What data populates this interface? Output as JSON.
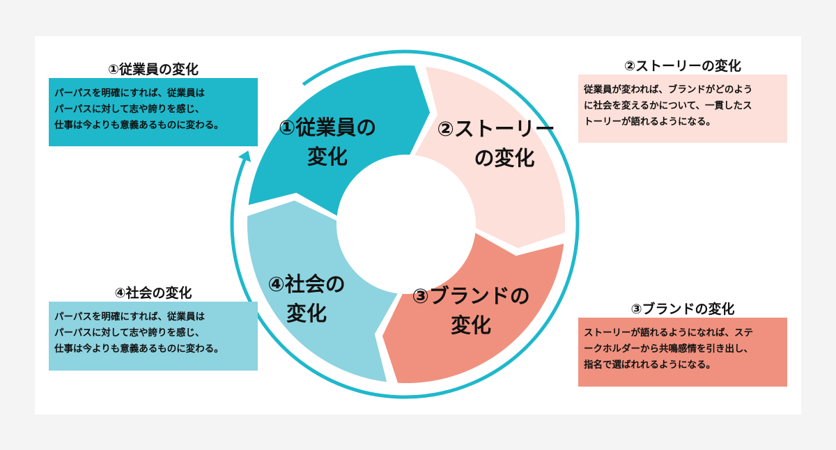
{
  "colors": {
    "teal": "#1fb8cb",
    "light_pink": "#fce0d9",
    "salmon": "#f0917f",
    "light_blue": "#8ed3e0",
    "ring": "#1fb8cb"
  },
  "cycle": [
    {
      "lines": [
        "①従業員の",
        "変化"
      ],
      "color": "#1fb8cb"
    },
    {
      "lines": [
        "②ストーリー",
        "の変化"
      ],
      "color": "#fce0d9"
    },
    {
      "lines": [
        "③ブランドの",
        "変化"
      ],
      "color": "#f0917f"
    },
    {
      "lines": [
        "④社会の",
        "変化"
      ],
      "color": "#8ed3e0"
    }
  ],
  "boxes": [
    {
      "title": "①従業員の変化",
      "lines": [
        "パーパスを明確にすれば、従業員は",
        "パーパスに対して志や誇りを感じ、",
        "仕事は今よりも意義あるものに変わる。"
      ]
    },
    {
      "title": "②ストーリーの変化",
      "lines": [
        "従業員が変われば、ブランドがどのよう",
        "に社会を変えるかについて、一貫したス",
        "トーリーが語れるようになる。"
      ]
    },
    {
      "title": "③ブランドの変化",
      "lines": [
        "ストーリーが語れるようになれば、ステ",
        "ークホルダーから共鳴感情を引き出し、",
        "指名で選ばれれるようになる。"
      ]
    },
    {
      "title": "④社会の変化",
      "lines": [
        "パーパスを明確にすれば、従業員は",
        "パーパスに対して志や誇りを感じ、",
        "仕事は今よりも意義あるものに変わる。"
      ]
    }
  ]
}
